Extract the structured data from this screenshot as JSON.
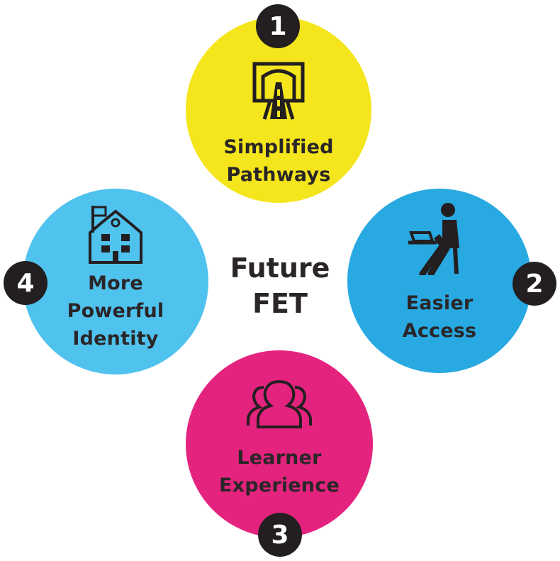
{
  "center": {
    "line1": "Future",
    "line2": "FET"
  },
  "items": [
    {
      "number": "1",
      "line1": "Simplified",
      "line2": "Pathways",
      "color": "#f5e51c",
      "icon": "road-icon"
    },
    {
      "number": "2",
      "line1": "Easier",
      "line2": "Access",
      "color": "#29a9e1",
      "icon": "person-laptop-icon"
    },
    {
      "number": "3",
      "line1": "Learner",
      "line2": "Experience",
      "color": "#e4237e",
      "icon": "people-group-icon"
    },
    {
      "number": "4",
      "line1": "More",
      "line2": "Powerful",
      "line3": "Identity",
      "color": "#50c2ee",
      "icon": "school-building-icon"
    }
  ],
  "badge_color": "#231f20",
  "text_color": "#2a2628"
}
